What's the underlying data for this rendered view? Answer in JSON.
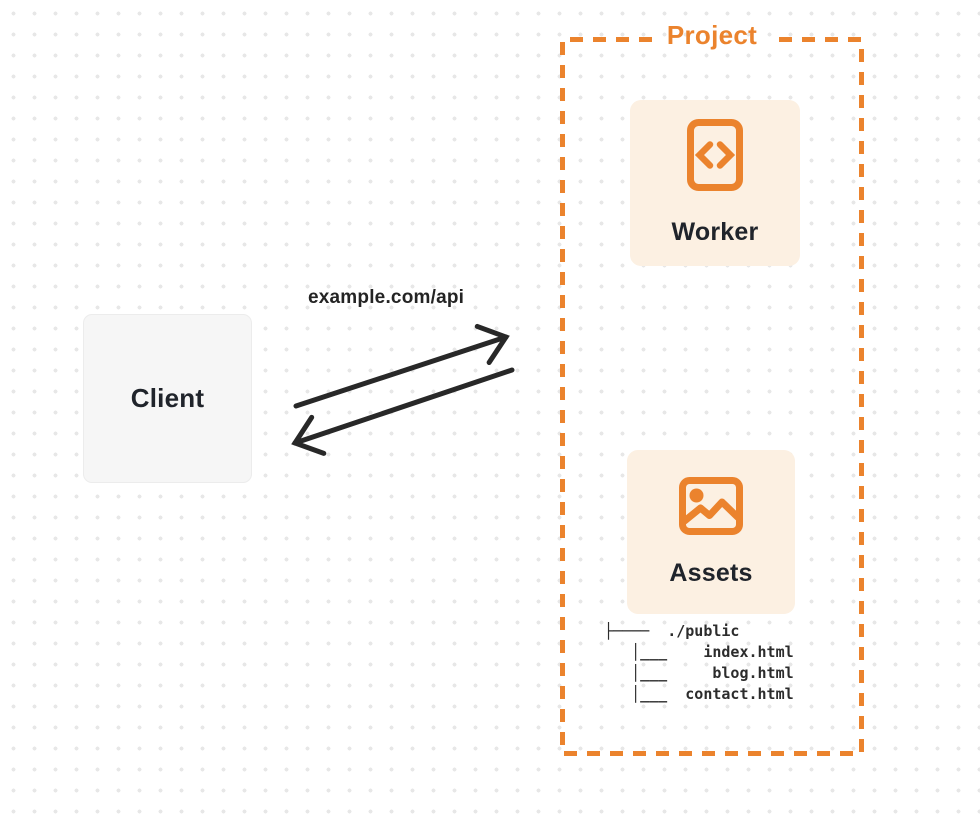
{
  "diagram": {
    "client": {
      "label": "Client"
    },
    "request_label": "example.com/api",
    "project": {
      "label": "Project",
      "worker": {
        "label": "Worker",
        "icon": "code-document-icon"
      },
      "assets": {
        "label": "Assets",
        "icon": "image-icon"
      },
      "file_tree": [
        "├────  ./public",
        "   │___    index.html",
        "   │___     blog.html",
        "   │___  contact.html"
      ]
    }
  },
  "colors": {
    "accent_orange": "#eb832d",
    "card_cream": "#fcf0e2",
    "client_gray": "#f6f6f6",
    "ink": "#282828",
    "dot_grid": "#e7e7e7"
  }
}
